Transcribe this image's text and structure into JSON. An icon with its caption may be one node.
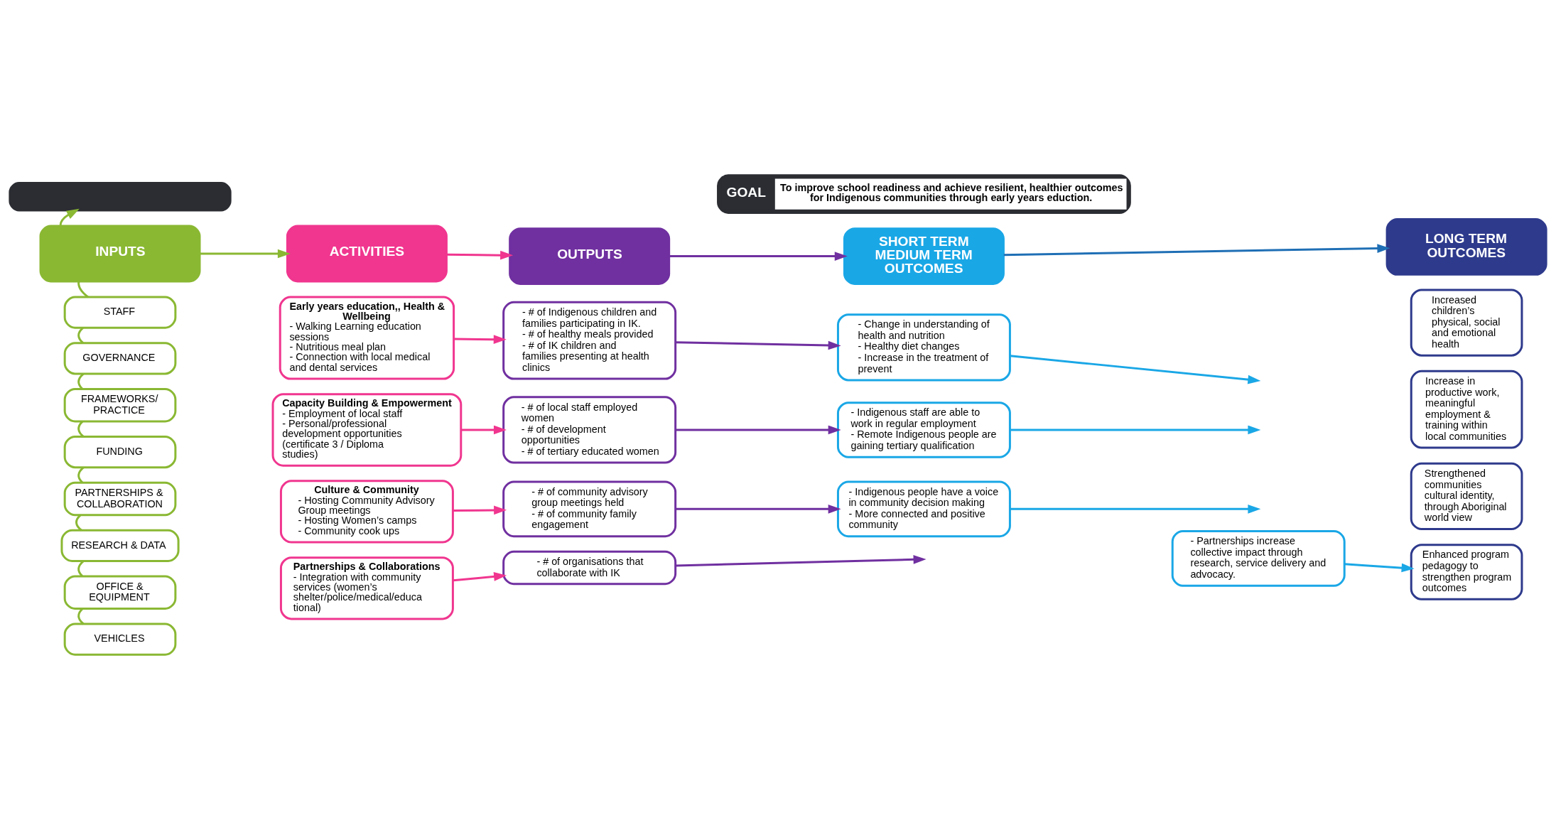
{
  "diagram": {
    "nodes": [
      {
        "text": [],
        "shape": "bar"
      },
      {
        "text": [
          "GOAL",
          "To improve school readiness and achieve resilient, healthier outcomes for Indigenous communities through early years eduction."
        ]
      },
      {
        "text": [
          "INPUTS"
        ]
      },
      {
        "text": [
          "STAFF"
        ]
      },
      {
        "text": [
          "GOVERNANCE"
        ]
      },
      {
        "text": [
          "FRAMEWORKS/ PRACTICE"
        ]
      },
      {
        "text": [
          "FUNDING"
        ]
      },
      {
        "text": [
          "PARTNERSHIPS & COLLABORATION"
        ]
      },
      {
        "text": [
          "RESEARCH & DATA"
        ]
      },
      {
        "text": [
          "OFFICE & EQUIPMENT"
        ]
      },
      {
        "text": [
          "VEHICLES"
        ]
      },
      {
        "text": [
          "ACTIVITIES"
        ]
      },
      {
        "text": [
          "OUTPUTS"
        ]
      },
      {
        "text": [
          "SHORT TERM",
          "MEDIUM TERM",
          "OUTCOMES"
        ]
      },
      {
        "text": [
          "LONG TERM OUTCOMES"
        ]
      },
      {
        "text": [
          "Early years education,, Health & Wellbeing",
          "- Walking Learning education sessions",
          "- Nutritious meal plan",
          "- Connection with local medical and dental services"
        ]
      },
      {
        "text": [
          "Capacity Building & Empowerment",
          "- Employment of local staff",
          "- Personal/professional development opportunities (certificate 3 / Diploma studies)"
        ]
      },
      {
        "text": [
          "Culture & Community",
          "- Hosting Community Advisory Group meetings",
          "- Hosting Women’s camps",
          "- Community cook ups"
        ]
      },
      {
        "text": [
          "Partnerships & Collaborations",
          "- Integration with community services (women’s shelter/police/medical/educa tional)"
        ]
      },
      {
        "text": [
          "- # of Indigenous children and families participating in IK.",
          "- # of healthy meals provided",
          "- # of IK children and families presenting at health clinics"
        ]
      },
      {
        "text": [
          "- # of local staff employed women",
          "- # of development opportunities",
          "- # of tertiary educated women"
        ]
      },
      {
        "text": [
          "- # of community advisory group meetings held",
          "- # of community family engagement"
        ]
      },
      {
        "text": [
          "- # of organisations that collaborate with IK"
        ]
      },
      {
        "text": [
          "- Change in understanding of health and nutrition",
          "- Healthy diet changes",
          "- Increase in the treatment of prevent"
        ]
      },
      {
        "text": [
          "- Indigenous staff are able to work in regular employment",
          "- Remote Indigenous people are gaining tertiary qualification"
        ]
      },
      {
        "text": [
          "- Indigenous people have a voice in community decision making",
          "- More connected and positive community"
        ]
      },
      {
        "text": [
          "- Partnerships increase collective impact through research, service delivery and advocacy."
        ]
      },
      {
        "text": [
          "Increased children’s physical, social and emotional health"
        ]
      },
      {
        "text": [
          "Increase in productive work, meaningful employment & training within local communities"
        ]
      },
      {
        "text": [
          "Strengthened communities cultural identity, through Aboriginal world view"
        ]
      },
      {
        "text": [
          "Enhanced program pedagogy to strengthen program outcomes"
        ]
      }
    ],
    "edges": [
      {
        "from": 2,
        "to": 0,
        "arrow": "to",
        "color": "#8ab833"
      },
      {
        "from": 2,
        "to": 11,
        "arrow": "to",
        "color": "#8ab833"
      },
      {
        "from": 11,
        "to": 12,
        "arrow": "to",
        "color": "#f0368f"
      },
      {
        "from": 12,
        "to": 13,
        "arrow": "to",
        "color": "#7030a0"
      },
      {
        "from": 13,
        "to": 14,
        "arrow": "to",
        "color": "#1f6fb5"
      },
      {
        "from": 2,
        "to": 3,
        "arrow": "none",
        "color": "#8ab833"
      },
      {
        "from": 3,
        "to": 4,
        "arrow": "none",
        "color": "#8ab833"
      },
      {
        "from": 4,
        "to": 5,
        "arrow": "none",
        "color": "#8ab833"
      },
      {
        "from": 5,
        "to": 6,
        "arrow": "none",
        "color": "#8ab833"
      },
      {
        "from": 6,
        "to": 7,
        "arrow": "none",
        "color": "#8ab833"
      },
      {
        "from": 7,
        "to": 8,
        "arrow": "none",
        "color": "#8ab833"
      },
      {
        "from": 8,
        "to": 9,
        "arrow": "none",
        "color": "#8ab833"
      },
      {
        "from": 9,
        "to": 10,
        "arrow": "none",
        "color": "#8ab833"
      },
      {
        "from": 15,
        "to": 19,
        "arrow": "to",
        "color": "#f0368f"
      },
      {
        "from": 16,
        "to": 20,
        "arrow": "to",
        "color": "#f0368f"
      },
      {
        "from": 17,
        "to": 21,
        "arrow": "to",
        "color": "#f0368f"
      },
      {
        "from": 18,
        "to": 22,
        "arrow": "to",
        "color": "#f0368f"
      },
      {
        "from": 19,
        "to": 23,
        "arrow": "to",
        "color": "#7030a0"
      },
      {
        "from": 20,
        "to": 24,
        "arrow": "to",
        "color": "#7030a0"
      },
      {
        "from": 21,
        "to": 25,
        "arrow": "to",
        "color": "#7030a0"
      },
      {
        "from": 22,
        "to": null,
        "arrow": "to",
        "color": "#7030a0"
      },
      {
        "from": 23,
        "to": null,
        "arrow": "to",
        "color": "#1aa7e6"
      },
      {
        "from": 24,
        "to": null,
        "arrow": "to",
        "color": "#1aa7e6"
      },
      {
        "from": 25,
        "to": null,
        "arrow": "to",
        "color": "#1aa7e6"
      },
      {
        "from": 26,
        "to": 30,
        "arrow": "to",
        "color": "#1aa7e6"
      }
    ]
  }
}
